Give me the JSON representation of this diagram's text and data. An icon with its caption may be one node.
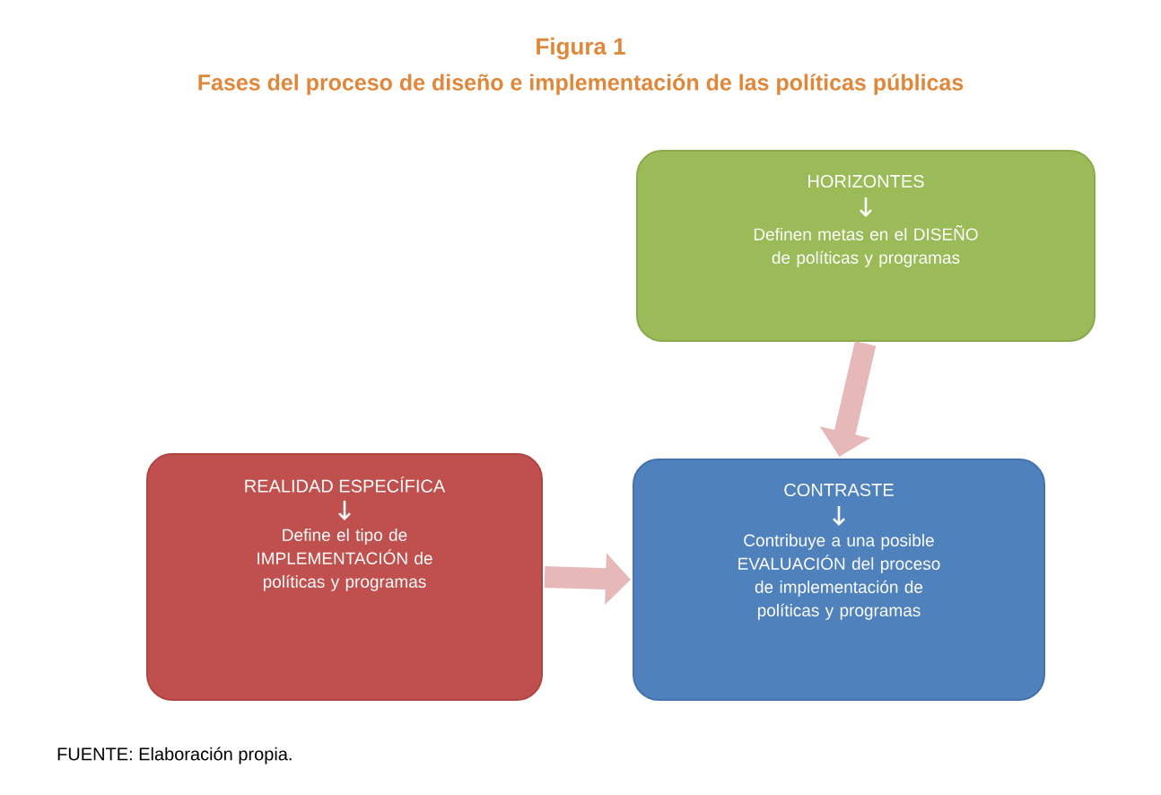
{
  "diagram": {
    "title": "Figura 1",
    "nodes": [
      {
        "text": [
          "HORIZONTES",
          "Definen metas en el DISEÑO de políticas y programas"
        ]
      },
      {
        "text": [
          "REALIDAD ESPECÍFICA",
          "Define el tipo de IMPLEMENTACIÓN de políticas y programas"
        ]
      },
      {
        "text": [
          "CONTRASTE",
          "Contribuye a una posible EVALUACIÓN del proceso de implementación de políticas y programas"
        ]
      }
    ],
    "edges": [
      {
        "from": 0,
        "to": 2,
        "arrow": "to"
      },
      {
        "from": 1,
        "to": 2,
        "arrow": "to"
      }
    ],
    "labels": [
      "Fases del proceso de diseño e implementación de las políticas públicas"
    ],
    "caption": "FUENTE: Elaboración propia."
  }
}
